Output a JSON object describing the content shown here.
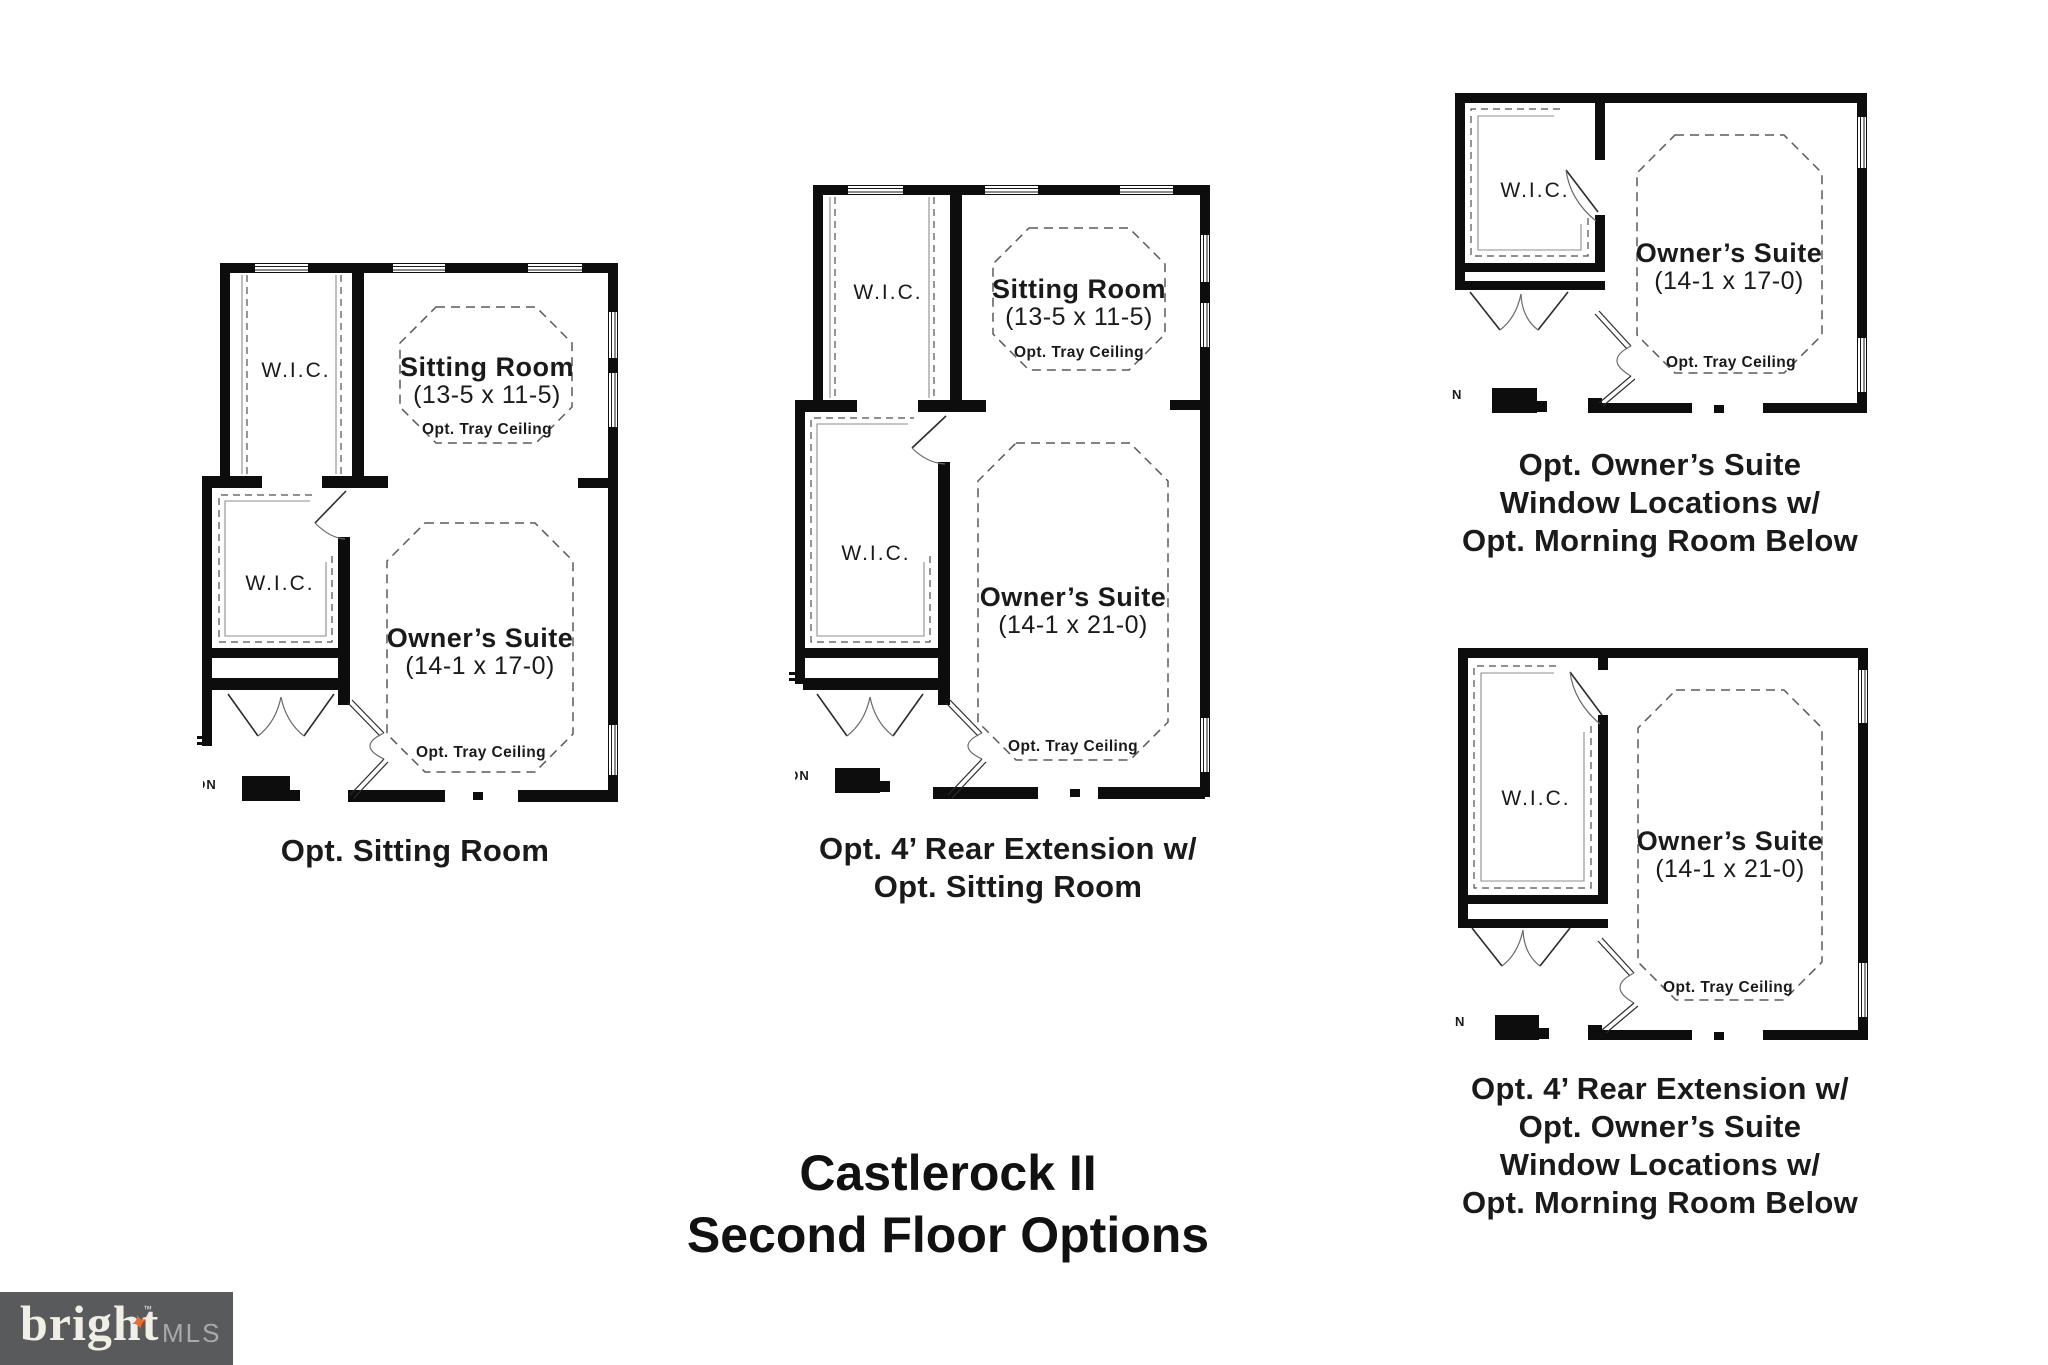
{
  "title": {
    "line1": "Castlerock II",
    "line2": "Second Floor Options"
  },
  "logo": {
    "brand": "bright",
    "tm": "™",
    "suffix": "MLS",
    "star": "✦",
    "bg_color": "#595a5c",
    "brand_color": "#f1eee5",
    "suffix_color": "#a7a9ac",
    "star_color": "#ee6a2d"
  },
  "colors": {
    "wall": "#0d0d0d",
    "text": "#1a1a1a",
    "background": "#ffffff"
  },
  "plans": [
    {
      "caption_lines": [
        "Opt. Sitting Room"
      ],
      "wic_upper": "W.I.C.",
      "wic_lower": "W.I.C.",
      "sitting_name": "Sitting Room",
      "sitting_dims": "(13-5 x 11-5)",
      "sitting_note": "Opt. Tray Ceiling",
      "owners_name": "Owner’s Suite",
      "owners_dims": "(14-1 x 17-0)",
      "owners_note": "Opt. Tray Ceiling",
      "stair_label": "DN"
    },
    {
      "caption_lines": [
        "Opt. 4’ Rear Extension w/",
        "Opt. Sitting Room"
      ],
      "wic_upper": "W.I.C.",
      "wic_lower": "W.I.C.",
      "sitting_name": "Sitting Room",
      "sitting_dims": "(13-5 x 11-5)",
      "sitting_note": "Opt. Tray Ceiling",
      "owners_name": "Owner’s Suite",
      "owners_dims": "(14-1 x 21-0)",
      "owners_note": "Opt. Tray Ceiling",
      "stair_label": "DN"
    },
    {
      "caption_lines": [
        "Opt. Owner’s Suite",
        "Window Locations w/",
        "Opt. Morning Room Below"
      ],
      "wic": "W.I.C.",
      "owners_name": "Owner’s Suite",
      "owners_dims": "(14-1 x 17-0)",
      "owners_note": "Opt. Tray Ceiling",
      "stair_label": "N"
    },
    {
      "caption_lines": [
        "Opt. 4’ Rear Extension w/",
        "Opt. Owner’s Suite",
        "Window Locations w/",
        "Opt. Morning Room Below"
      ],
      "wic": "W.I.C.",
      "owners_name": "Owner’s Suite",
      "owners_dims": "(14-1 x 21-0)",
      "owners_note": "Opt. Tray Ceiling",
      "stair_label": "N"
    }
  ]
}
